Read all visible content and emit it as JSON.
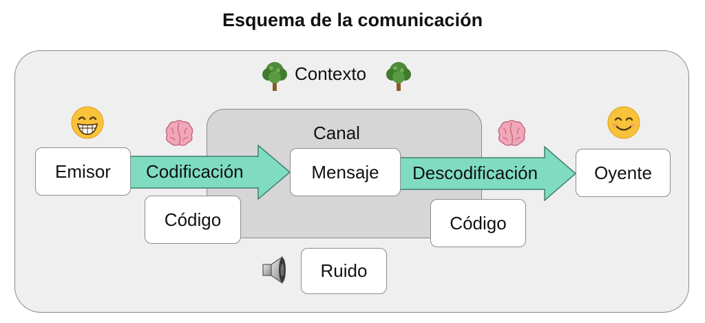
{
  "title": "Esquema de la comunicación",
  "context": {
    "label": "Contexto"
  },
  "channel": {
    "label": "Canal"
  },
  "nodes": {
    "emisor": "Emisor",
    "mensaje": "Mensaje",
    "oyente": "Oyente",
    "codigo_left": "Código",
    "codigo_right": "Código",
    "ruido": "Ruido"
  },
  "arrows": {
    "codificacion": "Codificación",
    "descodificacion": "Descodificación"
  },
  "icons": {
    "tree": "tree-icon",
    "brain": "brain-icon",
    "grin": "grinning-face-icon",
    "smile": "smiling-face-icon",
    "speaker": "speaker-icon"
  },
  "colors": {
    "arrow_fill": "#7fdcc0",
    "outer_bg": "#efefef",
    "channel_bg": "#d6d6d6"
  }
}
